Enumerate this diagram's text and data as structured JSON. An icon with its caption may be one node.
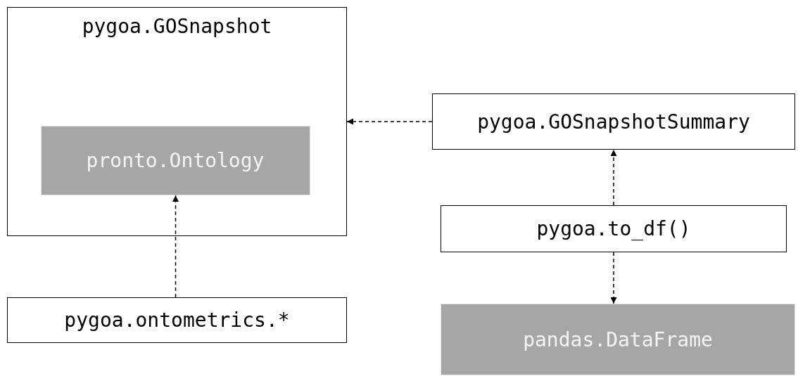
{
  "diagram": {
    "nodes": [
      {
        "text": [
          "pygoa.GOSnapshot"
        ]
      },
      {
        "text": [
          "pronto.Ontology"
        ],
        "in": 0
      },
      {
        "text": [
          "pygoa.GOSnapshotSummary"
        ]
      },
      {
        "text": [
          "pygoa.to_df()"
        ]
      },
      {
        "text": [
          "pygoa.ontometrics.*"
        ]
      },
      {
        "text": [
          "pandas.DataFrame"
        ]
      }
    ],
    "edges": [
      {
        "from": 2,
        "to": 0,
        "arrow": "to",
        "style": "dashed"
      },
      {
        "from": 4,
        "to": 1,
        "arrow": "to",
        "style": "dashed"
      },
      {
        "from": 3,
        "to": 2,
        "arrow": "to",
        "style": "dashed"
      },
      {
        "from": 3,
        "to": 5,
        "arrow": "to",
        "style": "dashed"
      }
    ]
  }
}
